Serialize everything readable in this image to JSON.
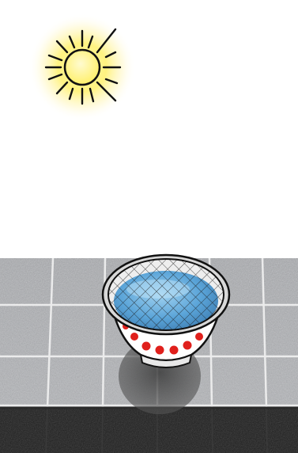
{
  "scene": {
    "subjects": [
      {
        "name": "sun",
        "icon": "sun-icon",
        "color": "#f7c614",
        "glow": "#fff27a"
      },
      {
        "name": "bowl",
        "icon": "bowl-icon",
        "rim_color": "#dcdcdc",
        "body_color": "#ffffff",
        "dot_color": "#e0201c",
        "dot_count": 7
      },
      {
        "name": "water",
        "color": "#5aa4d8"
      },
      {
        "name": "mesh-cover",
        "color": "#222222"
      },
      {
        "name": "tiled-surface",
        "color": "#a8aaae",
        "grout": "#f2f2f2"
      }
    ],
    "background": "#ffffff"
  }
}
